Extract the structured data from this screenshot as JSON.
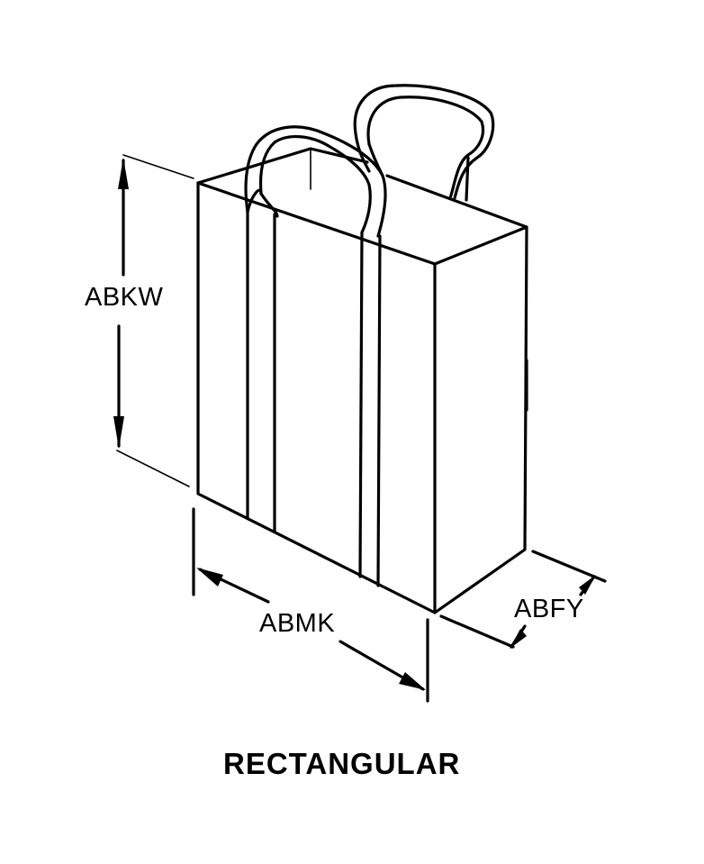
{
  "labels": {
    "height": "ABKW",
    "width": "ABMK",
    "depth": "ABFY"
  },
  "title": "RECTANGULAR"
}
